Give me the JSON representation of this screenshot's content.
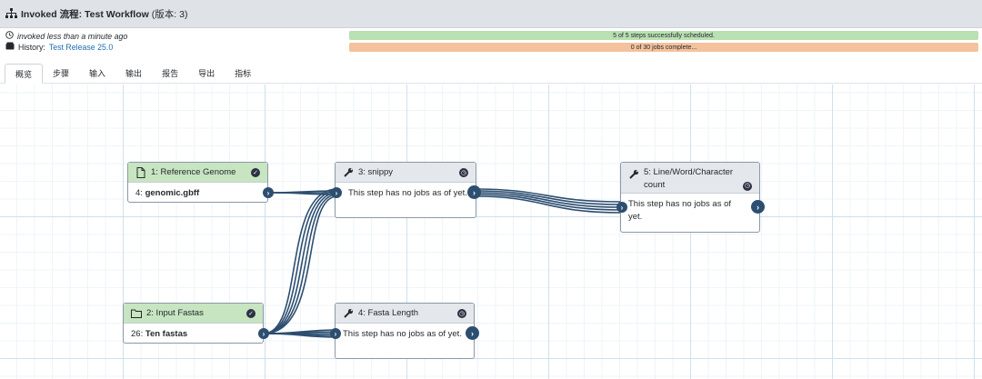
{
  "header": {
    "title_prefix": "Invoked 流程: Test Workflow",
    "version": "(版本: 3)"
  },
  "meta": {
    "invoked": "invoked less than a minute ago",
    "history_label": "History:",
    "history_name": "Test Release 25.0"
  },
  "progress": {
    "steps_text": "5 of 5 steps successfully scheduled.",
    "jobs_text": "0 of 30 jobs complete..."
  },
  "tabs": [
    {
      "label": "概览",
      "active": true
    },
    {
      "label": "步骤"
    },
    {
      "label": "输入"
    },
    {
      "label": "输出"
    },
    {
      "label": "报告"
    },
    {
      "label": "导出"
    },
    {
      "label": "指标"
    }
  ],
  "nodes": {
    "n1": {
      "title": "1: Reference Genome",
      "body_num": "4: ",
      "body_name": "genomic.gbff",
      "icon": "file-icon",
      "status": "check"
    },
    "n2": {
      "title": "2: Input Fastas",
      "body_num": "26: ",
      "body_name": "Ten fastas",
      "icon": "folder-icon",
      "status": "check"
    },
    "n3": {
      "title": "3: snippy",
      "body": "This step has no jobs as of yet.",
      "icon": "wrench-icon",
      "status": "clock"
    },
    "n4": {
      "title": "4: Fasta Length",
      "body": "This step has no jobs as of yet.",
      "icon": "wrench-icon",
      "status": "clock"
    },
    "n5": {
      "title": "5: Line/Word/Character count",
      "body": "This step has no jobs as of yet.",
      "icon": "wrench-icon",
      "status": "clock"
    }
  },
  "colors": {
    "edge": "#2c4e70",
    "input_header": "#c7e5c1",
    "steps_bar": "#b9e0b1",
    "jobs_bar": "#f4c29c"
  }
}
